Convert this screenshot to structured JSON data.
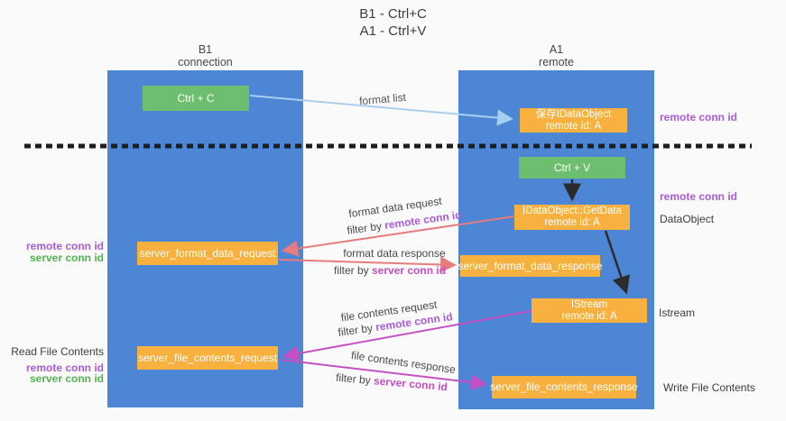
{
  "title": {
    "line1": "B1 - Ctrl+C",
    "line2": "A1 - Ctrl+V"
  },
  "lanes": {
    "b1": {
      "name": "B1",
      "subtitle": "connection"
    },
    "a1": {
      "name": "A1",
      "subtitle": "remote"
    }
  },
  "boxes": {
    "ctrl_c": "Ctrl + C",
    "ctrl_v": "Ctrl + V",
    "save_idataobject": {
      "line1": "保存IDataObject",
      "line2": "remote id: A"
    },
    "idataobject_getdata": {
      "line1": "IDataObject::GetData",
      "line2": "remote id: A"
    },
    "istream": {
      "line1": "IStream",
      "line2": "remote id: A"
    },
    "server_format_data_request": "server_format_data_request",
    "server_format_data_response": "server_format_data_response",
    "server_file_contents_request": "server_file_contents_request",
    "server_file_contents_response": "server_file_contents_response"
  },
  "flows": {
    "format_list": "format list",
    "format_data_request": {
      "label": "format data request",
      "filter_prefix": "filter by",
      "filter_value": "remote conn id"
    },
    "format_data_response": {
      "label": "format data response",
      "filter_prefix": "filter by",
      "filter_value": "server conn id"
    },
    "file_contents_request": {
      "label": "file contents request",
      "filter_prefix": "filter by",
      "filter_value": "remote conn id"
    },
    "file_contents_response": {
      "label": "file contents response",
      "filter_prefix": "filter by",
      "filter_value": "server conn id"
    }
  },
  "side_labels": {
    "right": {
      "remote_conn_id_top": "remote conn id",
      "remote_conn_id_mid": "remote conn id",
      "dataobject": "DataObject",
      "istream": "Istream",
      "write_file_contents": "Write File Contents"
    },
    "left": {
      "format_remote": "remote conn id",
      "format_server": "server conn id",
      "read_file_contents": "Read File Contents",
      "file_remote": "remote conn id",
      "file_server": "server conn id"
    }
  },
  "colors": {
    "lane_blue": "#4d86d4",
    "box_orange": "#f8b13e",
    "box_green": "#6dbe6e",
    "arrow_salmon": "#e77c7c",
    "arrow_magenta": "#c64fc6",
    "arrow_light_blue": "#a9cff0",
    "arrow_black": "#2b2b2b",
    "text_purple": "#aa5cd8",
    "text_green": "#53b353",
    "background": "#fafafa"
  }
}
